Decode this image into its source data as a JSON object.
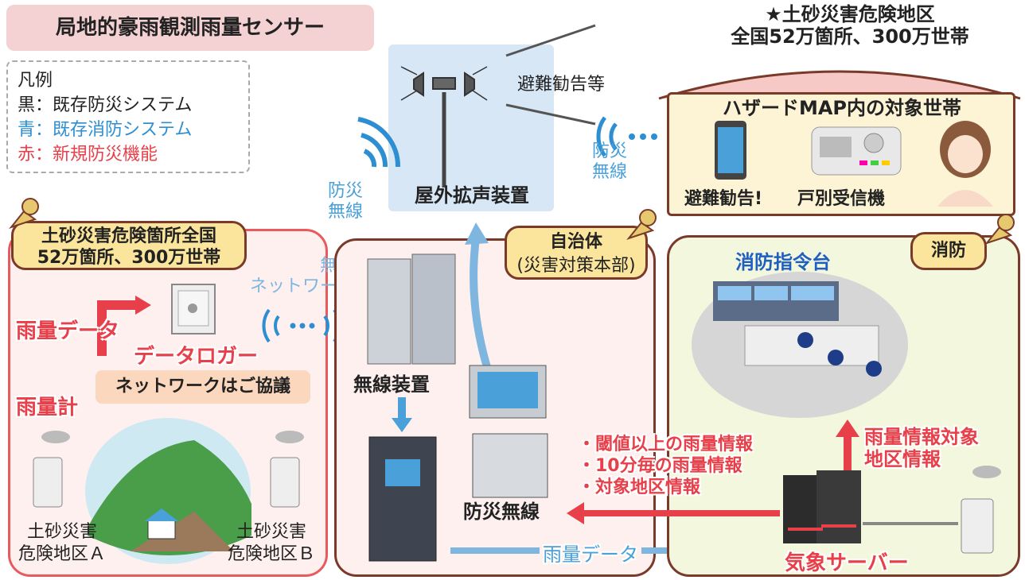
{
  "title": "局地的豪雨観測雨量センサー",
  "legend": {
    "heading": "凡例",
    "black": "黒：既存防災システム",
    "blue": "青：既存消防システム",
    "red": "赤：新規防災機能"
  },
  "top_right": {
    "line1": "★土砂災害危険地区",
    "line2": "全国52万箇所、300万世帯",
    "house_title": "ハザードMAP内の対象世帯",
    "tablet_label": "避難勧告!",
    "receiver_label": "戸別受信機"
  },
  "speaker": {
    "label": "屋外拡声装置",
    "message": "避難勧告等"
  },
  "radio_labels": {
    "left_line1": "防災",
    "left_line2": "無線",
    "right_line1": "防災",
    "right_line2": "無線"
  },
  "left_panel": {
    "tag_line1": "土砂災害危険箇所全国",
    "tag_line2": "52万箇所、300万世帯",
    "wireless_line1": "無線",
    "wireless_line2": "ネットワーク等",
    "rain_data": "雨量データ",
    "data_logger": "データロガー",
    "network_note": "ネットワークはご協議",
    "rain_gauge": "雨量計",
    "area_a_line1": "土砂災害",
    "area_a_line2": "危険地区Ａ",
    "area_b_line1": "土砂災害",
    "area_b_line2": "危険地区Ｂ"
  },
  "mid_panel": {
    "tag_line1": "自治体",
    "tag_line2": "(災害対策本部)",
    "radio_device": "無線装置",
    "disaster_radio": "防災無線",
    "rain_data_flow": "雨量データ"
  },
  "right_panel": {
    "tag": "消防",
    "command": "消防指令台",
    "info_line1": "・閾値以上の雨量情報",
    "info_line2": "・10分毎の雨量情報",
    "info_line3": "・対象地区情報",
    "target_line1": "雨量情報対象",
    "target_line2": "地区情報",
    "weather_server": "気象サーバー"
  },
  "colors": {
    "red": "#e8404a",
    "blue": "#4aa0d8",
    "brown": "#7a3a2a"
  }
}
